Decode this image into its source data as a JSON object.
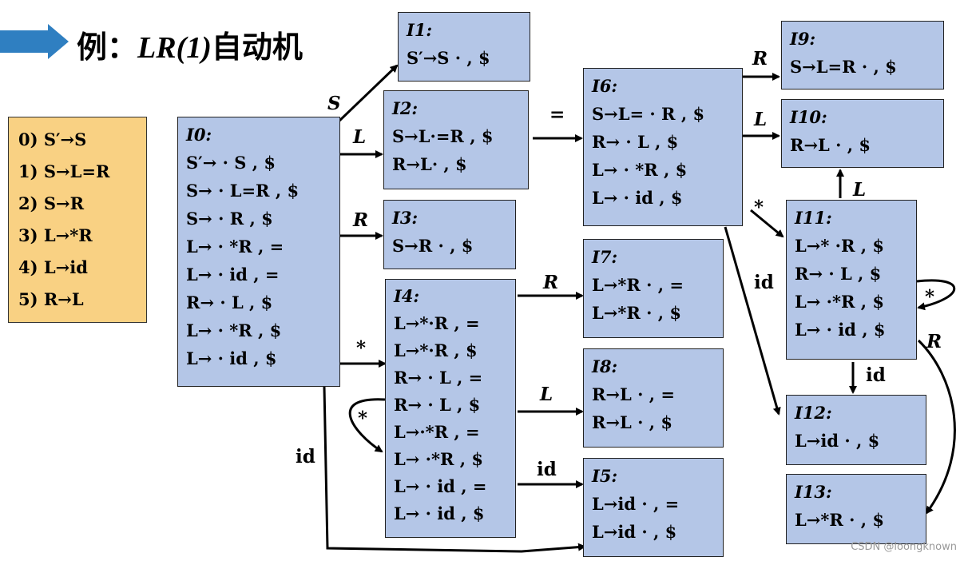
{
  "title": {
    "prefix": "例：",
    "middle": "LR(1)",
    "suffix": "自动机"
  },
  "productions": [
    "0) S′→S",
    "1) S→L=R",
    "2) S→R",
    "3) L→*R",
    "4) L→id",
    "5) R→L"
  ],
  "states": {
    "I0": {
      "name": "I0:",
      "items": [
        "S′→ · S , $",
        "S→ · L=R , $",
        "S→ · R , $",
        "L→ · *R , =",
        "L→ · id , =",
        "R→ · L , $",
        "L→ · *R , $",
        "L→ · id , $"
      ]
    },
    "I1": {
      "name": "I1:",
      "items": [
        "S′→S · , $"
      ]
    },
    "I2": {
      "name": "I2:",
      "items": [
        "S→L·=R , $",
        "R→L· , $"
      ]
    },
    "I3": {
      "name": "I3:",
      "items": [
        "S→R · , $"
      ]
    },
    "I4": {
      "name": "I4:",
      "items": [
        "L→*·R , =",
        "L→*·R , $",
        "R→ · L , =",
        "R→ · L , $",
        "L→·*R , =",
        "L→ ·*R , $",
        "L→ · id , =",
        "L→ · id , $"
      ]
    },
    "I5": {
      "name": "I5:",
      "items": [
        "L→id · , =",
        "L→id · , $"
      ]
    },
    "I6": {
      "name": "I6:",
      "items": [
        "S→L= · R , $",
        "R→ · L , $",
        "L→ · *R , $",
        "L→ · id , $"
      ]
    },
    "I7": {
      "name": "I7:",
      "items": [
        "L→*R · , =",
        "L→*R · , $"
      ]
    },
    "I8": {
      "name": "I8:",
      "items": [
        "R→L · , =",
        "R→L · , $"
      ]
    },
    "I9": {
      "name": "I9:",
      "items": [
        "S→L=R · , $"
      ]
    },
    "I10": {
      "name": "I10:",
      "items": [
        "R→L · , $"
      ]
    },
    "I11": {
      "name": "I11:",
      "items": [
        "L→* ·R , $",
        "R→ · L , $",
        "L→ ·*R , $",
        "L→ · id , $"
      ]
    },
    "I12": {
      "name": "I12:",
      "items": [
        "L→id · , $"
      ]
    },
    "I13": {
      "name": "I13:",
      "items": [
        "L→*R · , $"
      ]
    }
  },
  "edge_labels": {
    "i0_i1": "S",
    "i0_i2": "L",
    "i0_i3": "R",
    "i0_i4": "*",
    "i0_i5": "id",
    "i2_i6": "=",
    "i4_i7": "R",
    "i4_i8": "L",
    "i4_i5": "id",
    "i4_self": "*",
    "i6_i9": "R",
    "i6_i10": "L",
    "i6_i11": "*",
    "i6_i12": "id",
    "i11_i10": "L",
    "i11_self": "*",
    "i11_i12": "id",
    "i11_i13": "R"
  },
  "watermark": "CSDN @loongknown",
  "colors": {
    "state_fill": "#b4c6e7",
    "production_fill": "#f9d183",
    "title_accent": "#2f7fc1"
  }
}
